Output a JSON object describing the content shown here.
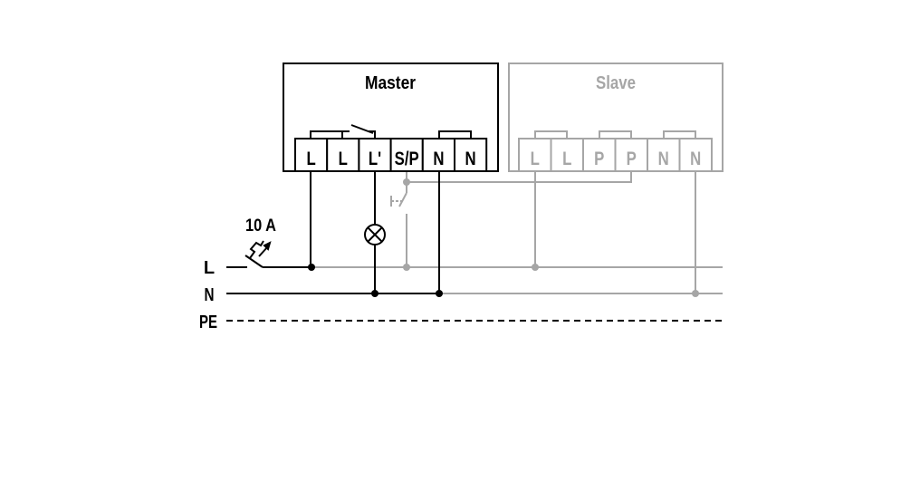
{
  "master": {
    "title": "Master",
    "terminals": [
      "L",
      "L",
      "L'",
      "S/P",
      "N",
      "N"
    ]
  },
  "slave": {
    "title": "Slave",
    "terminals": [
      "L",
      "L",
      "P",
      "P",
      "N",
      "N"
    ]
  },
  "lines": {
    "l": "L",
    "n": "N",
    "pe": "PE"
  },
  "fuse": {
    "rating": "10 A"
  },
  "colors": {
    "active": "#000000",
    "inactive": "#a6a6a6"
  }
}
